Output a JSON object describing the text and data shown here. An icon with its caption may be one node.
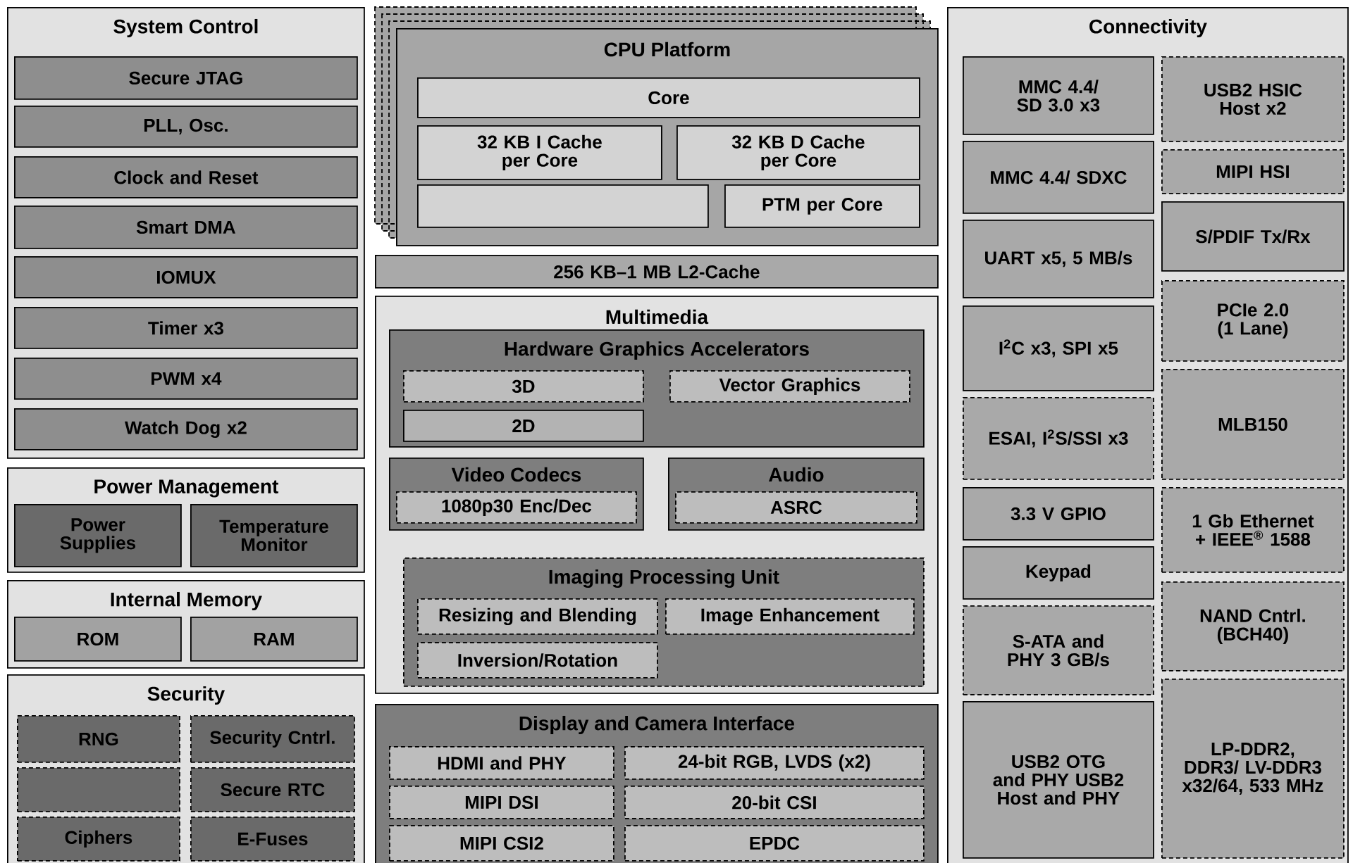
{
  "diagram": {
    "nodes": [
      {
        "text": [
          "System Control"
        ]
      },
      {
        "text": [
          "Secure JTAG"
        ],
        "in": 0
      },
      {
        "text": [
          "PLL, Osc."
        ],
        "in": 0
      },
      {
        "text": [
          "Clock and Reset"
        ],
        "in": 0
      },
      {
        "text": [
          "Smart DMA"
        ],
        "in": 0
      },
      {
        "text": [
          "IOMUX"
        ],
        "in": 0
      },
      {
        "text": [
          "Timer x3"
        ],
        "in": 0
      },
      {
        "text": [
          "PWM x4"
        ],
        "in": 0
      },
      {
        "text": [
          "Watch Dog x2"
        ],
        "in": 0
      },
      {
        "text": [
          "Power Management"
        ]
      },
      {
        "text": [
          "Power Supplies"
        ],
        "in": 9
      },
      {
        "text": [
          "Temperature Monitor"
        ],
        "in": 9
      },
      {
        "text": [
          "Internal Memory"
        ]
      },
      {
        "text": [
          "ROM"
        ],
        "in": 12
      },
      {
        "text": [
          "RAM"
        ],
        "in": 12
      },
      {
        "text": [
          "Security"
        ]
      },
      {
        "text": [
          "RNG"
        ],
        "in": 15
      },
      {
        "text": [
          "Security Cntrl."
        ],
        "in": 15
      },
      {
        "text": [],
        "shape": "box",
        "in": 15
      },
      {
        "text": [
          "Secure RTC"
        ],
        "in": 15
      },
      {
        "text": [
          "Ciphers"
        ],
        "in": 15
      },
      {
        "text": [
          "E-Fuses"
        ],
        "in": 15
      },
      {
        "text": [
          "CPU Platform"
        ]
      },
      {
        "text": [
          "Core"
        ],
        "in": 22
      },
      {
        "text": [
          "32 KB I Cache per Core"
        ],
        "in": 22
      },
      {
        "text": [
          "32 KB D Cache per Core"
        ],
        "in": 22
      },
      {
        "text": [],
        "shape": "box",
        "in": 22
      },
      {
        "text": [
          "PTM per Core"
        ],
        "in": 22
      },
      {
        "text": [
          "256 KB–1 MB L2-Cache"
        ]
      },
      {
        "text": [
          "Multimedia"
        ]
      },
      {
        "text": [
          "Hardware Graphics Accelerators"
        ],
        "in": 29
      },
      {
        "text": [
          "3D"
        ],
        "in": 30
      },
      {
        "text": [
          "Vector Graphics"
        ],
        "in": 30
      },
      {
        "text": [
          "2D"
        ],
        "in": 30
      },
      {
        "text": [
          "Video Codecs"
        ],
        "in": 29
      },
      {
        "text": [
          "1080p30 Enc/Dec"
        ],
        "in": 34
      },
      {
        "text": [
          "Audio"
        ],
        "in": 29
      },
      {
        "text": [
          "ASRC"
        ],
        "in": 36
      },
      {
        "text": [
          "Imaging Processing Unit"
        ],
        "in": 29
      },
      {
        "text": [
          "Resizing and Blending"
        ],
        "in": 38
      },
      {
        "text": [
          "Image Enhancement"
        ],
        "in": 38
      },
      {
        "text": [
          "Inversion/Rotation"
        ],
        "in": 38
      },
      {
        "text": [
          "Display and Camera Interface"
        ]
      },
      {
        "text": [
          "HDMI and PHY"
        ],
        "in": 42
      },
      {
        "text": [
          "24-bit RGB, LVDS (x2)"
        ],
        "in": 42
      },
      {
        "text": [
          "MIPI DSI"
        ],
        "in": 42
      },
      {
        "text": [
          "20-bit CSI"
        ],
        "in": 42
      },
      {
        "text": [
          "MIPI CSI2"
        ],
        "in": 42
      },
      {
        "text": [
          "EPDC"
        ],
        "in": 42
      },
      {
        "text": [
          "Connectivity"
        ]
      },
      {
        "text": [
          "MMC 4.4/ SD 3.0 x3"
        ],
        "in": 49
      },
      {
        "text": [
          "USB2 HSIC Host x2"
        ],
        "in": 49
      },
      {
        "text": [
          "MMC 4.4/ SDXC"
        ],
        "in": 49
      },
      {
        "text": [
          "MIPI HSI"
        ],
        "in": 49
      },
      {
        "text": [
          "UART x5, 5 MB/s"
        ],
        "in": 49
      },
      {
        "text": [
          "S/PDIF Tx/Rx"
        ],
        "in": 49
      },
      {
        "text": [
          "I$^{2}$C x3, SPI x5"
        ],
        "in": 49
      },
      {
        "text": [
          "PCIe 2.0 (1 Lane)"
        ],
        "in": 49
      },
      {
        "text": [
          "ESAI, I$^{2}$S/SSI x3"
        ],
        "in": 49
      },
      {
        "text": [
          "MLB150"
        ],
        "in": 49
      },
      {
        "text": [
          "3.3 V GPIO"
        ],
        "in": 49
      },
      {
        "text": [
          "1 Gb Ethernet + IEEE$^{®}$ 1588"
        ],
        "in": 49
      },
      {
        "text": [
          "Keypad"
        ],
        "in": 49
      },
      {
        "text": [
          "NAND Cntrl. (BCH40)"
        ],
        "in": 49
      },
      {
        "text": [
          "S-ATA and PHY 3 GB/s"
        ],
        "in": 49
      },
      {
        "text": [
          "LP-DDR2, DDR3/ LV-DDR3 x32/64, 533 MHz"
        ],
        "in": 49
      },
      {
        "text": [
          "USB2 OTG and PHY USB2 Host and PHY"
        ],
        "in": 49
      }
    ]
  }
}
